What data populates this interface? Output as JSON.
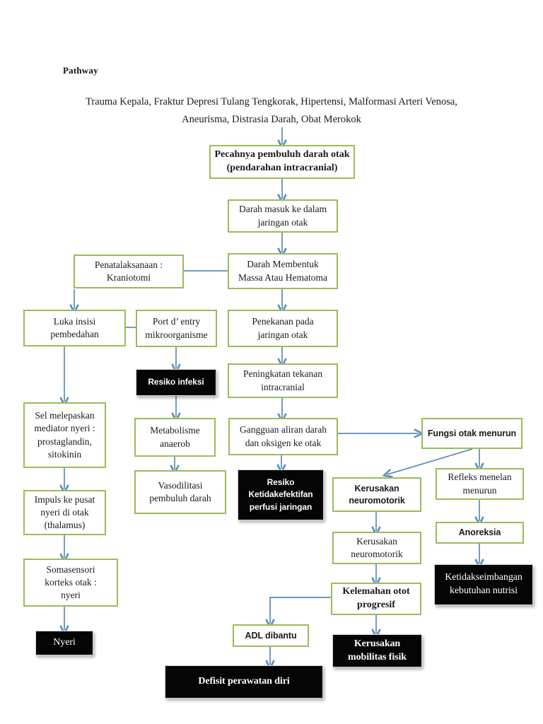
{
  "document": {
    "heading": "Pathway",
    "intro_text": "Trauma Kepala, Fraktur Depresi Tulang Tengkorak, Hipertensi, Malformasi Arteri Venosa,\nAneurisma, Distrasia Darah, Obat Merokok"
  },
  "colors": {
    "box_border_green": "#9BBB59",
    "box_fill_white": "#FFFFFF",
    "box_fill_black": "#050505",
    "arrow_blue": "#5B8CB8",
    "text_dark": "#1A1A1A",
    "text_light": "#FFFFFF"
  },
  "chart_data": {
    "type": "diagram",
    "title": "Pathway",
    "nodes": [
      {
        "id": "n1",
        "label": "Pecahnya pembuluh darah otak\n(pendarahan intracranial)",
        "style": "green-bold-serif"
      },
      {
        "id": "n2",
        "label": "Darah masuk ke dalam\njaringan otak",
        "style": "green"
      },
      {
        "id": "n3",
        "label": "Darah Membentuk\nMassa Atau Hematoma",
        "style": "green"
      },
      {
        "id": "n4",
        "label": "Penatalaksanaan :\nKraniotomi",
        "style": "green"
      },
      {
        "id": "n5",
        "label": "Luka insisi\npembedahan",
        "style": "green"
      },
      {
        "id": "n6",
        "label": "Port d’ entry\nmikroorganisme",
        "style": "green"
      },
      {
        "id": "n7",
        "label": "Penekanan pada\njaringan otak",
        "style": "green"
      },
      {
        "id": "n8",
        "label": "Resiko infeksi",
        "style": "black-sans"
      },
      {
        "id": "n9",
        "label": "Peningkatan tekanan\nintracranial",
        "style": "green"
      },
      {
        "id": "n10",
        "label": "Sel melepaskan\nmediator nyeri :\nprostaglandin,\nsitokinin",
        "style": "green"
      },
      {
        "id": "n11",
        "label": "Metabolisme\nanaerob",
        "style": "green"
      },
      {
        "id": "n12",
        "label": "Gangguan aliran darah\ndan oksigen ke otak",
        "style": "green"
      },
      {
        "id": "n13",
        "label": "Fungsi otak menurun",
        "style": "green-sans-bold"
      },
      {
        "id": "n14",
        "label": "Vasodilitasi\npembuluh darah",
        "style": "green"
      },
      {
        "id": "n15",
        "label": "Resiko\nKetidakefektifan\nperfusi jaringan",
        "style": "black-sans"
      },
      {
        "id": "n16",
        "label": "Kerusakan\nneuromotorik",
        "style": "green-sans-bold"
      },
      {
        "id": "n17",
        "label": "Refleks menelan\nmenurun",
        "style": "green"
      },
      {
        "id": "n18",
        "label": "Impuls ke pusat\nnyeri di otak\n(thalamus)",
        "style": "green"
      },
      {
        "id": "n19",
        "label": "Kerusakan\nneuromotorik",
        "style": "green"
      },
      {
        "id": "n20",
        "label": "Anoreksia",
        "style": "green-sans-bold"
      },
      {
        "id": "n21",
        "label": "Somasensori\nkorteks otak :\nnyeri",
        "style": "green"
      },
      {
        "id": "n22",
        "label": "Ketidakseimbangan\nkebutuhan nutrisi",
        "style": "black-serif"
      },
      {
        "id": "n23",
        "label": "Kelemahan otot\nprogresif",
        "style": "green-bold-serif"
      },
      {
        "id": "n24",
        "label": "Nyeri",
        "style": "black-serif"
      },
      {
        "id": "n25",
        "label": "ADL dibantu",
        "style": "green-sans-bold"
      },
      {
        "id": "n26",
        "label": "Kerusakan\nmobilitas fisik",
        "style": "black-serif-bold"
      },
      {
        "id": "n27",
        "label": "Defisit perawatan diri",
        "style": "black-serif-bold"
      }
    ],
    "edges": [
      {
        "from": "intro",
        "to": "n1",
        "type": "arrow"
      },
      {
        "from": "n1",
        "to": "n2",
        "type": "arrow"
      },
      {
        "from": "n2",
        "to": "n3",
        "type": "arrow"
      },
      {
        "from": "n3",
        "to": "n4",
        "type": "line"
      },
      {
        "from": "n3",
        "to": "n7",
        "type": "arrow"
      },
      {
        "from": "n4",
        "to": "n5",
        "type": "arrow"
      },
      {
        "from": "n5",
        "to": "n6",
        "type": "line"
      },
      {
        "from": "n5",
        "to": "n10",
        "type": "arrow"
      },
      {
        "from": "n6",
        "to": "n8",
        "type": "arrow"
      },
      {
        "from": "n7",
        "to": "n9",
        "type": "arrow"
      },
      {
        "from": "n8",
        "to": "n11",
        "type": "arrow"
      },
      {
        "from": "n9",
        "to": "n12",
        "type": "arrow"
      },
      {
        "from": "n10",
        "to": "n18",
        "type": "arrow"
      },
      {
        "from": "n11",
        "to": "n14",
        "type": "arrow"
      },
      {
        "from": "n12",
        "to": "n15",
        "type": "arrow"
      },
      {
        "from": "n12",
        "to": "n13",
        "type": "arrow"
      },
      {
        "from": "n13",
        "to": "n16",
        "type": "arrow-diagonal"
      },
      {
        "from": "n13",
        "to": "n17",
        "type": "arrow"
      },
      {
        "from": "n16",
        "to": "n19",
        "type": "arrow"
      },
      {
        "from": "n17",
        "to": "n20",
        "type": "arrow"
      },
      {
        "from": "n18",
        "to": "n21",
        "type": "arrow"
      },
      {
        "from": "n19",
        "to": "n23",
        "type": "arrow"
      },
      {
        "from": "n20",
        "to": "n22",
        "type": "arrow"
      },
      {
        "from": "n21",
        "to": "n24",
        "type": "arrow"
      },
      {
        "from": "n23",
        "to": "n25",
        "type": "arrow-elbow"
      },
      {
        "from": "n23",
        "to": "n26",
        "type": "arrow"
      },
      {
        "from": "n25",
        "to": "n27",
        "type": "arrow"
      }
    ]
  }
}
